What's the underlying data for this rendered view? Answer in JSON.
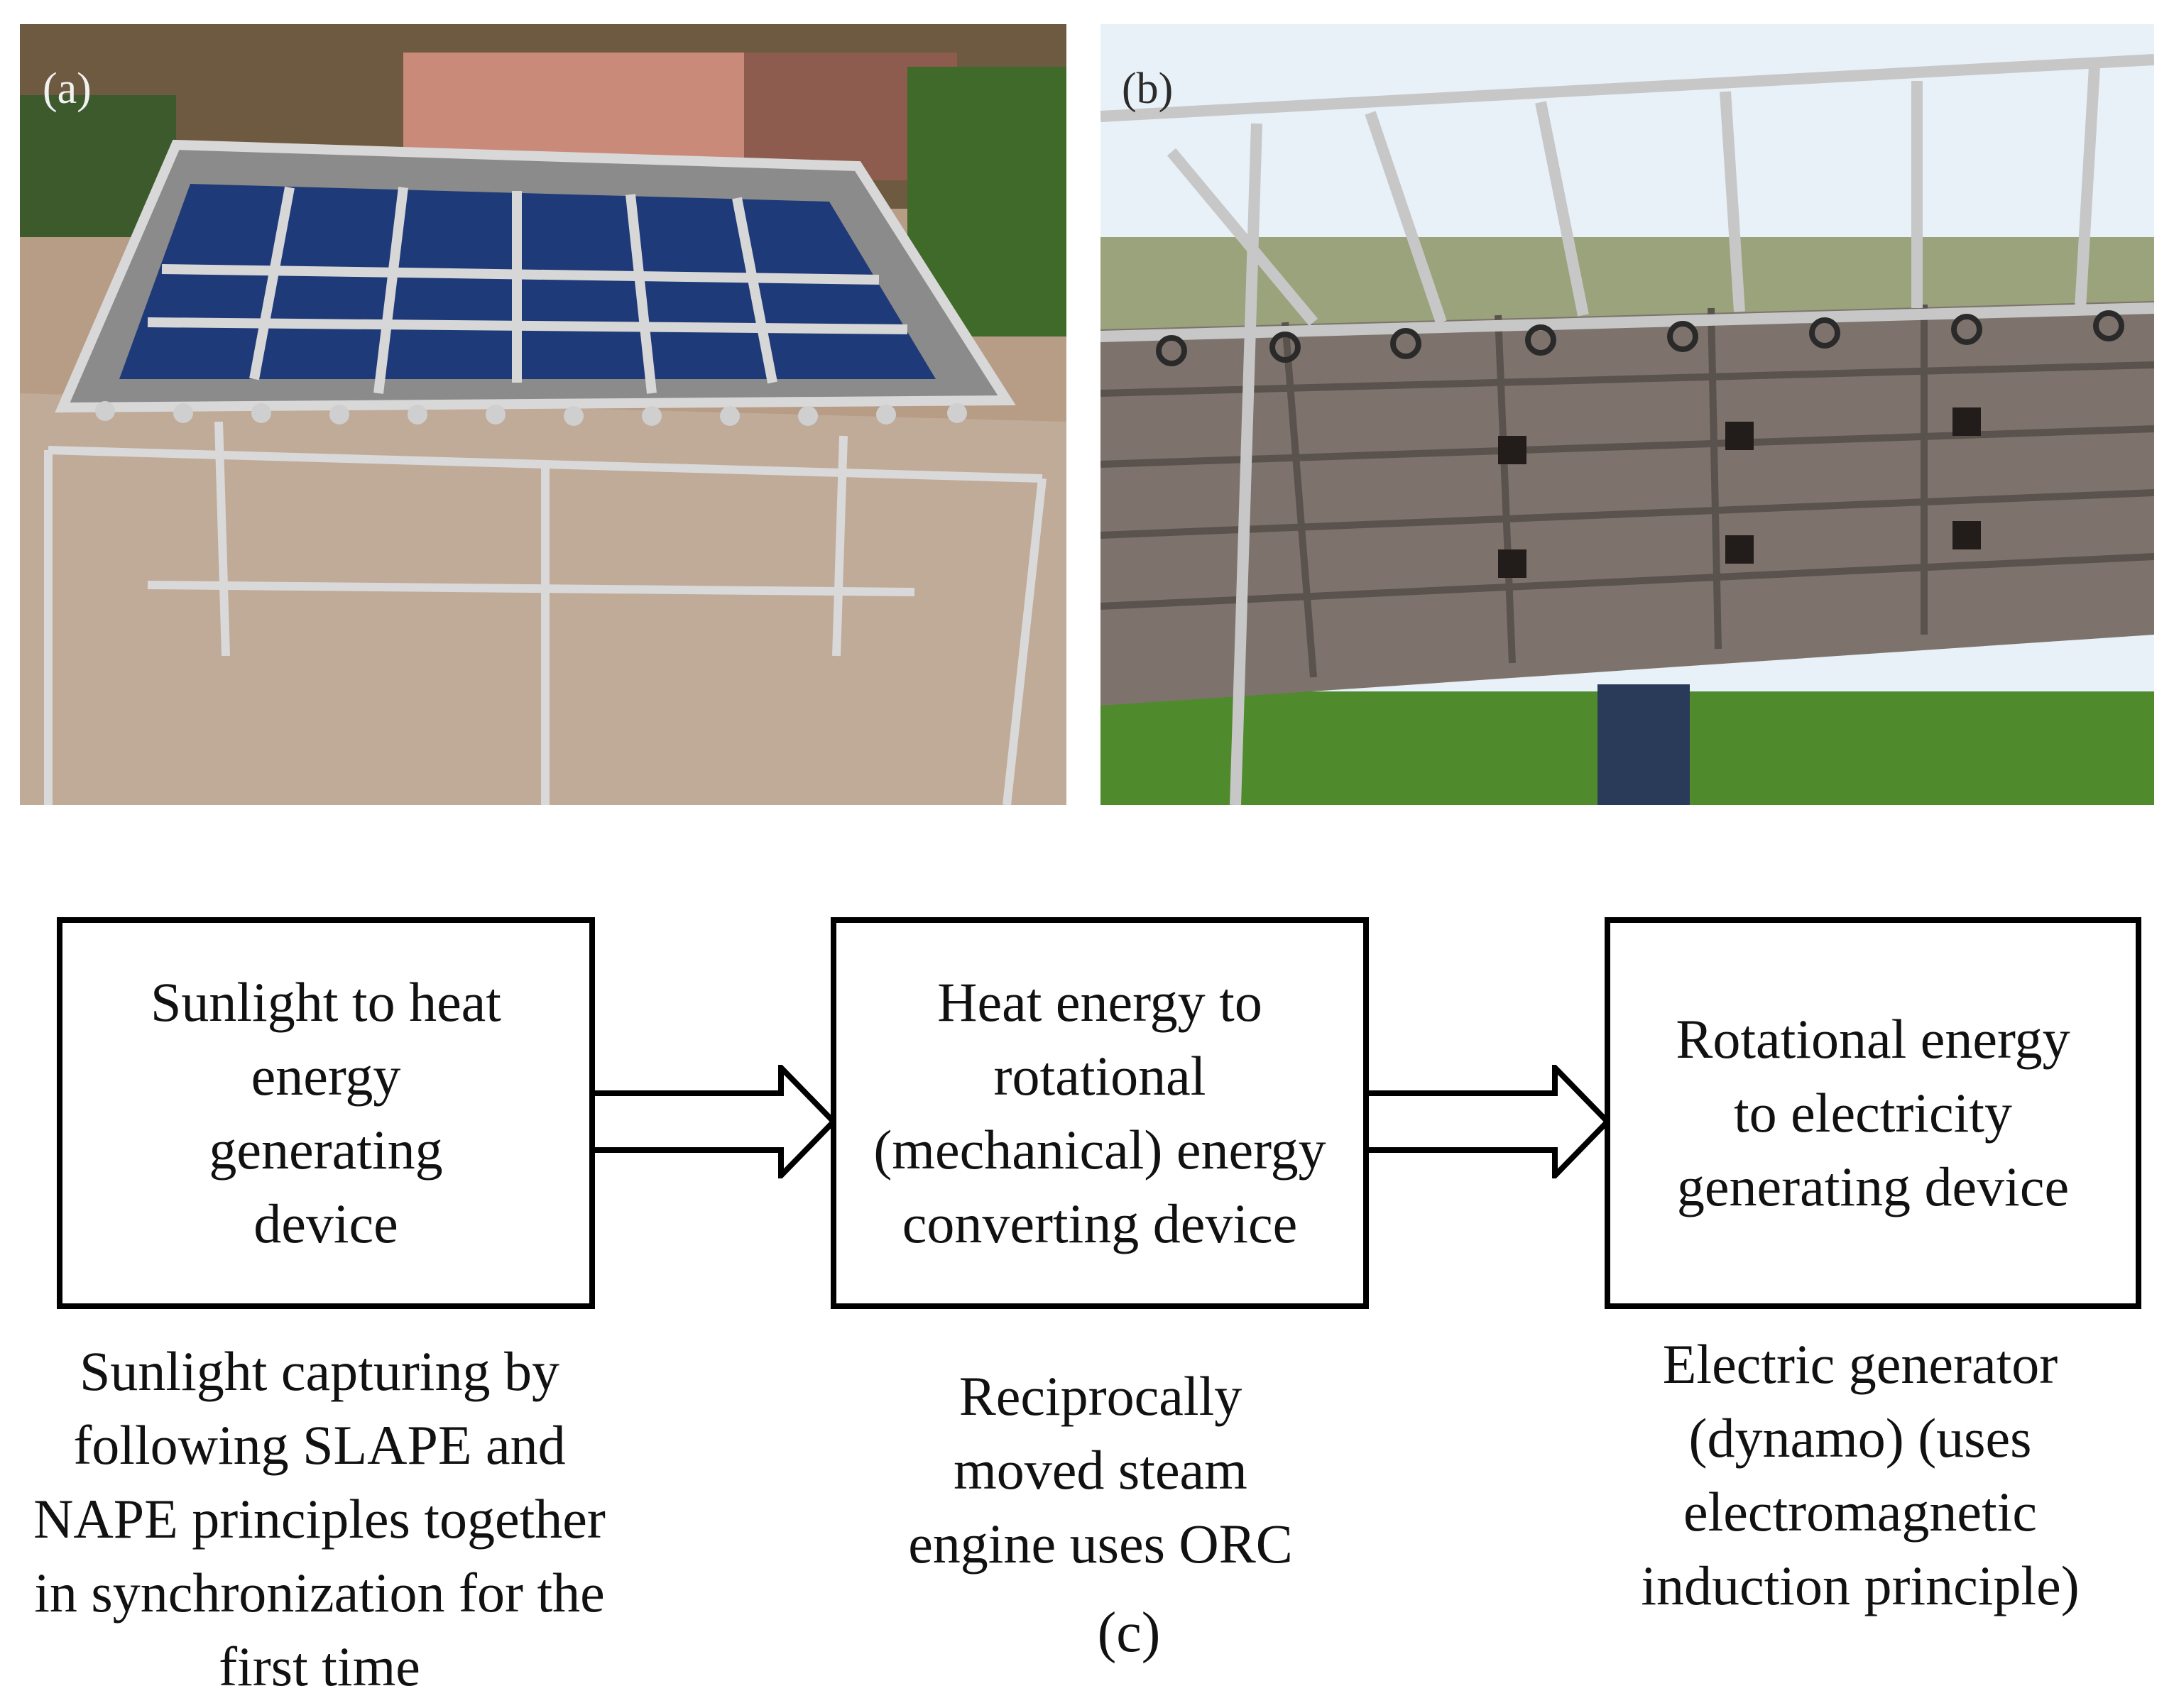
{
  "panels": {
    "a_label": "(a)",
    "b_label": "(b)",
    "c_label": "(c)"
  },
  "flow": {
    "boxes": [
      {
        "text": "Sunlight to heat\nenergy\ngenerating\ndevice"
      },
      {
        "text": "Heat energy to\nrotational\n(mechanical) energy\nconverting device"
      },
      {
        "text": "Rotational energy\nto electricity\ngenerating device"
      }
    ],
    "captions": [
      {
        "text": "Sunlight capturing by\nfollowing SLAPE  and\nNAPE principles together\nin synchronization for the\nfirst time"
      },
      {
        "text": "Reciprocally\nmoved steam\nengine uses ORC"
      },
      {
        "text": "Electric generator\n(dynamo) (uses\nelectromagnetic\ninduction principle)"
      }
    ]
  },
  "colors": {
    "border": "#000000",
    "solar_cell": "#1f3a78",
    "frame": "#c9c9c9",
    "sky": "#e8f1f8",
    "grass": "#4f8a2c"
  }
}
